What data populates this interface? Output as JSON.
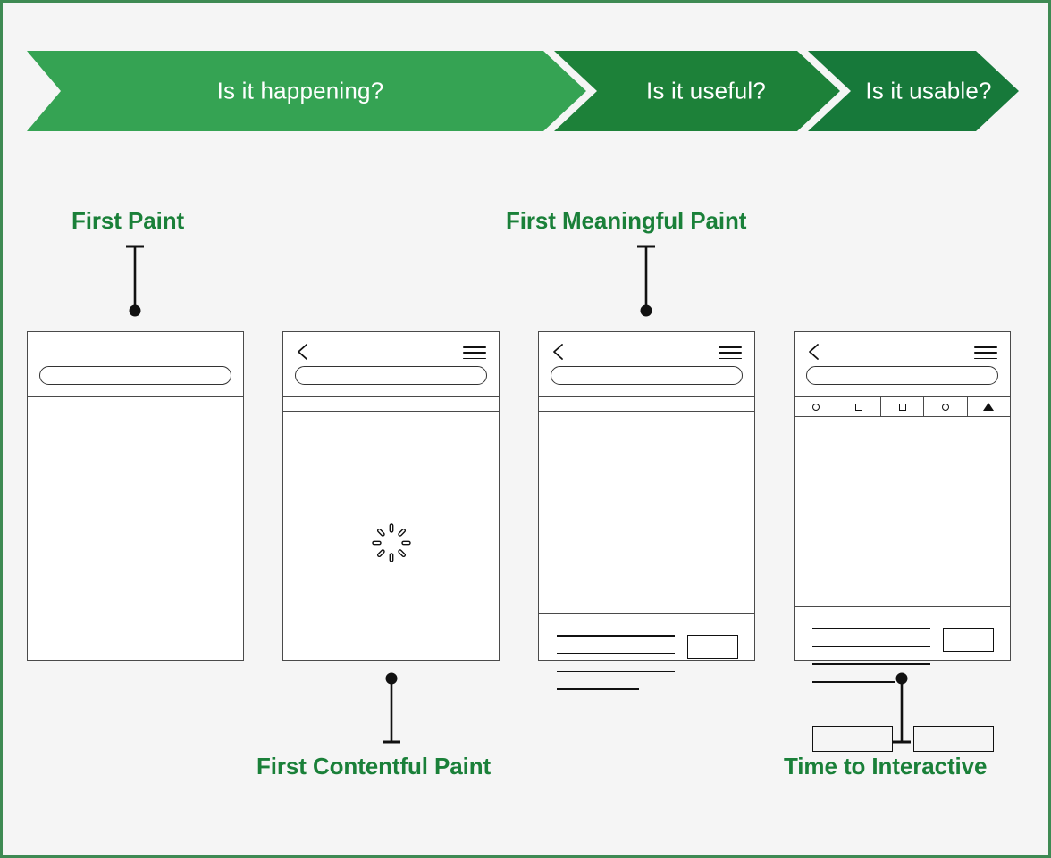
{
  "page": {
    "background_color": "#f5f5f5",
    "border_color": "#3e8a53",
    "accent_green": "#1a8039"
  },
  "banner": {
    "segments": [
      {
        "label": "Is it happening?",
        "color": "#35a353"
      },
      {
        "label": "Is it useful?",
        "color": "#1d8139"
      },
      {
        "label": "Is it usable?",
        "color": "#17793a"
      }
    ]
  },
  "metrics": [
    {
      "id": "first-paint",
      "label": "First Paint",
      "position": "top",
      "frame": 1
    },
    {
      "id": "first-contentful-paint",
      "label": "First Contentful Paint",
      "position": "bottom",
      "frame": 2
    },
    {
      "id": "first-meaningful-paint",
      "label": "First Meaningful Paint",
      "position": "top",
      "frame": 3
    },
    {
      "id": "time-to-interactive",
      "label": "Time to Interactive",
      "position": "bottom",
      "frame": 4
    }
  ],
  "frames": [
    {
      "id": "frame-first-paint",
      "has_back": false,
      "has_menu": false,
      "has_url_bar": true,
      "strip": "none",
      "body": "empty"
    },
    {
      "id": "frame-first-contentful-paint",
      "has_back": true,
      "has_menu": true,
      "has_url_bar": true,
      "strip": "plain",
      "body": "spinner"
    },
    {
      "id": "frame-first-meaningful-paint",
      "has_back": true,
      "has_menu": true,
      "has_url_bar": true,
      "strip": "plain",
      "body": "content",
      "text_lines": 4,
      "thumb_box": true,
      "buttons": 0
    },
    {
      "id": "frame-time-to-interactive",
      "has_back": true,
      "has_menu": true,
      "has_url_bar": true,
      "strip": "tabs",
      "tab_icons": [
        "circle-icon",
        "square-icon",
        "square-icon",
        "circle-icon",
        "triangle-icon"
      ],
      "body": "content",
      "text_lines": 4,
      "thumb_box": true,
      "buttons": 2
    }
  ]
}
